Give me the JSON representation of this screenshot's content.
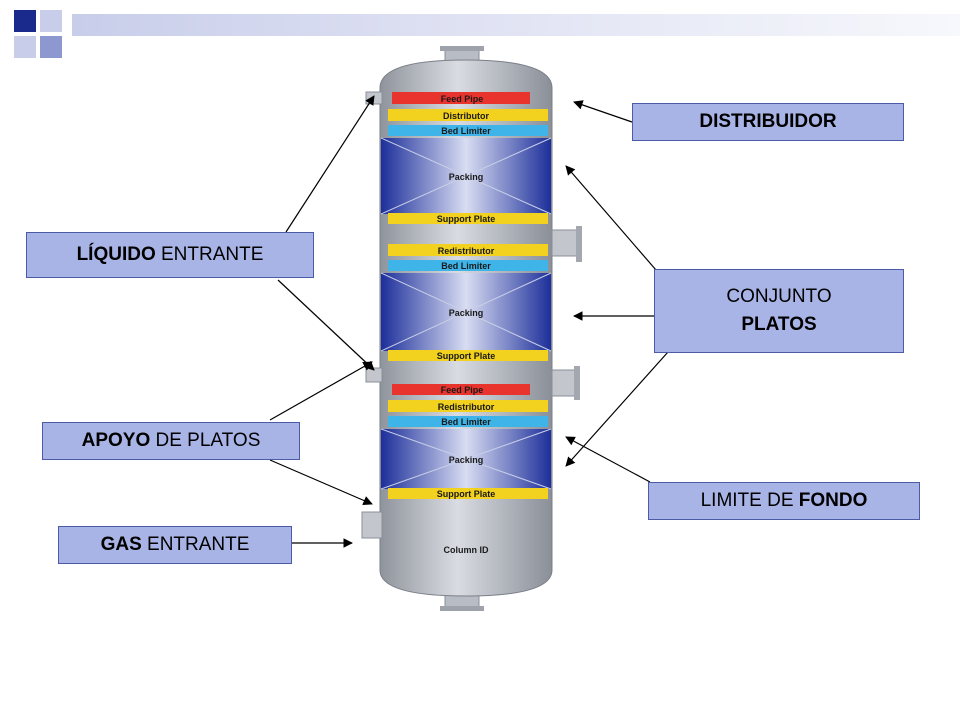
{
  "colors": {
    "label_fill": "#a9b4e6",
    "label_border": "#4b5ba8",
    "column_shell": "#b8bcc4",
    "packing_blue": "#2d47b8",
    "feed_pipe_red": "#e8342c",
    "tray_yellow": "#f2d21e",
    "limiter_cyan": "#3fb4e8",
    "header_navy": "#1a2a8c"
  },
  "column_labels": {
    "feed_pipe_top": "Feed Pipe",
    "distributor": "Distributor",
    "bed_limiter_1": "Bed Limiter",
    "packing_1": "Packing",
    "support_plate_1": "Support Plate",
    "redistributor_1": "Redistributor",
    "bed_limiter_2": "Bed Limiter",
    "packing_2": "Packing",
    "support_plate_2": "Support Plate",
    "feed_pipe_mid": "Feed Pipe",
    "redistributor_2": "Redistributor",
    "bed_limiter_3": "Bed Limiter",
    "packing_3": "Packing",
    "support_plate_3": "Support Plate",
    "column_id": "Column ID"
  },
  "callouts": {
    "distribuidor": {
      "bold": "DISTRIBUIDOR",
      "rest": ""
    },
    "liquido": {
      "bold": "LÍQUIDO",
      "rest": " ENTRANTE"
    },
    "conjunto": {
      "line1": "CONJUNTO",
      "line2": "PLATOS"
    },
    "apoyo": {
      "bold": "APOYO",
      "rest": " DE PLATOS"
    },
    "limite": {
      "pre": "LIMITE DE ",
      "bold": "FONDO"
    },
    "gas": {
      "bold": "GAS",
      "rest": " ENTRANTE"
    }
  }
}
